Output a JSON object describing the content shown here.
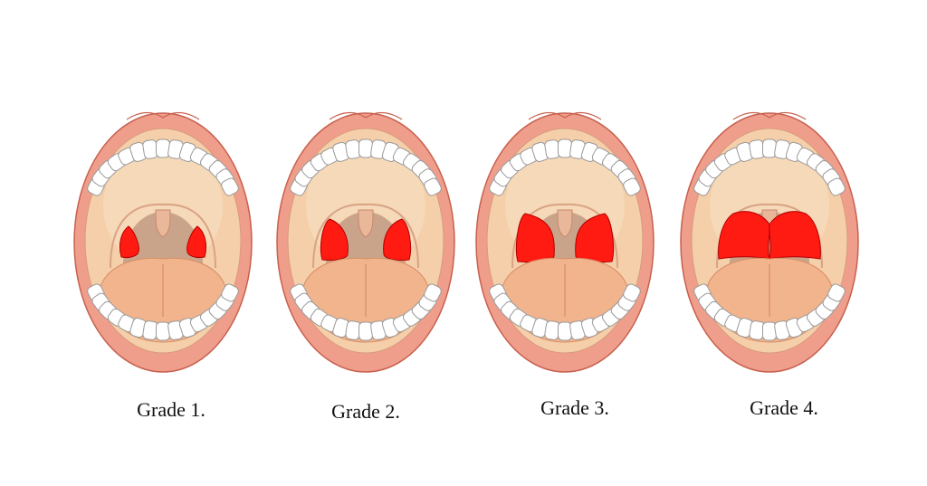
{
  "panels": [
    {
      "label": "Grade 1.",
      "tonsil_grade": 1
    },
    {
      "label": "Grade 2.",
      "tonsil_grade": 2
    },
    {
      "label": "Grade 3.",
      "tonsil_grade": 3
    },
    {
      "label": "Grade 4.",
      "tonsil_grade": 4
    }
  ],
  "colors": {
    "lip": "#ef9e8c",
    "lip_outline": "#c8604e",
    "inner_mouth": "#f4cfa9",
    "palate": "#f6d9b8",
    "throat": "#c9a48a",
    "tongue": "#f1b48d",
    "teeth": "#ffffff",
    "teeth_outline": "#9a9a9a",
    "tonsil": "#ff1a12",
    "tonsil_outline": "#b30000"
  }
}
